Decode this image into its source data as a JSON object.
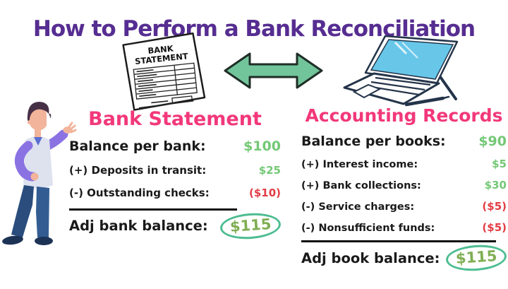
{
  "title": "How to Perform a Bank Reconciliation",
  "left_panel": {
    "heading": "Bank Statement",
    "rows": [
      {
        "label": "Balance per bank:",
        "value": "$100"
      },
      {
        "label": "(+) Deposits in transit:",
        "value": "$25"
      },
      {
        "label": "(-) Outstanding checks:",
        "value": "($10)"
      },
      {
        "label": "Adj bank balance:",
        "value": "$115"
      }
    ]
  },
  "right_panel": {
    "heading": "Accounting Records",
    "rows": [
      {
        "label": "Balance per books:",
        "value": "$90"
      },
      {
        "label": "(+) Interest income:",
        "value": "$5"
      },
      {
        "label": "(+) Bank collections:",
        "value": "$30"
      },
      {
        "label": "(-) Service charges:",
        "value": "($5)"
      },
      {
        "label": "(-) Nonsufficient funds:",
        "value": "($5)"
      },
      {
        "label": "Adj book balance:",
        "value": "$115"
      }
    ]
  },
  "icons": {
    "bank_statement": {
      "line1": "BANK",
      "line2": "STATEMENT"
    },
    "double_arrow": "double-arrow",
    "laptop": "laptop-with-stylus",
    "presenter": "man-presenting"
  },
  "colors": {
    "title_purple": "#562d91",
    "heading_pink": "#f2387a",
    "positive_green": "#74c876",
    "negative_red": "#e23c44",
    "adjusted_total_green": "#7fae53",
    "highlight_circle_green": "#4dbd92",
    "arrow_green": "#72c49a",
    "laptop_screen_blue": "#68c7e9"
  }
}
